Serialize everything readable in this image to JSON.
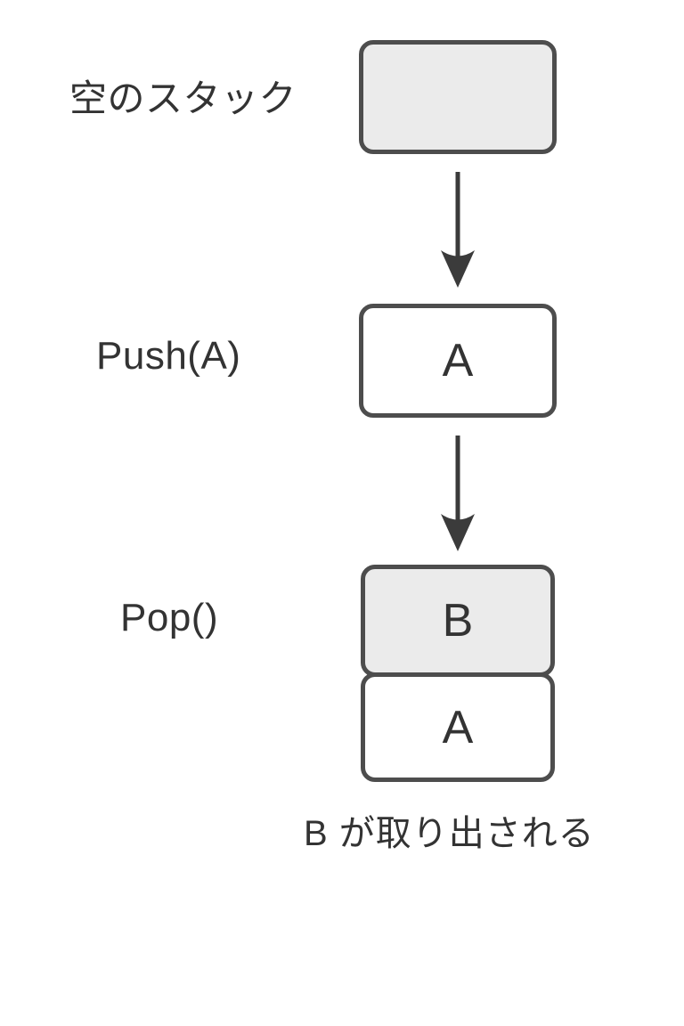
{
  "diagram": {
    "title_text": "",
    "background_color": "#ffffff",
    "stroke_color": "#4d4d4d",
    "text_color": "#333333",
    "fill_gray": "#ebebeb",
    "fill_white": "#ffffff",
    "steps": [
      {
        "label": "空のスタック",
        "cells": [
          {
            "value": "",
            "fill": "#ebebeb"
          }
        ]
      },
      {
        "label": "Push(A)",
        "cells": [
          {
            "value": "A",
            "fill": "#ffffff"
          }
        ]
      },
      {
        "label": "Pop()",
        "cells": [
          {
            "value": "B",
            "fill": "#ebebeb"
          },
          {
            "value": "A",
            "fill": "#ffffff"
          }
        ]
      }
    ],
    "arrows": [
      {
        "name": "arrow-empty-to-push",
        "direction": "down"
      },
      {
        "name": "arrow-push-to-pop",
        "direction": "down"
      }
    ],
    "caption": "B が取り出される"
  }
}
